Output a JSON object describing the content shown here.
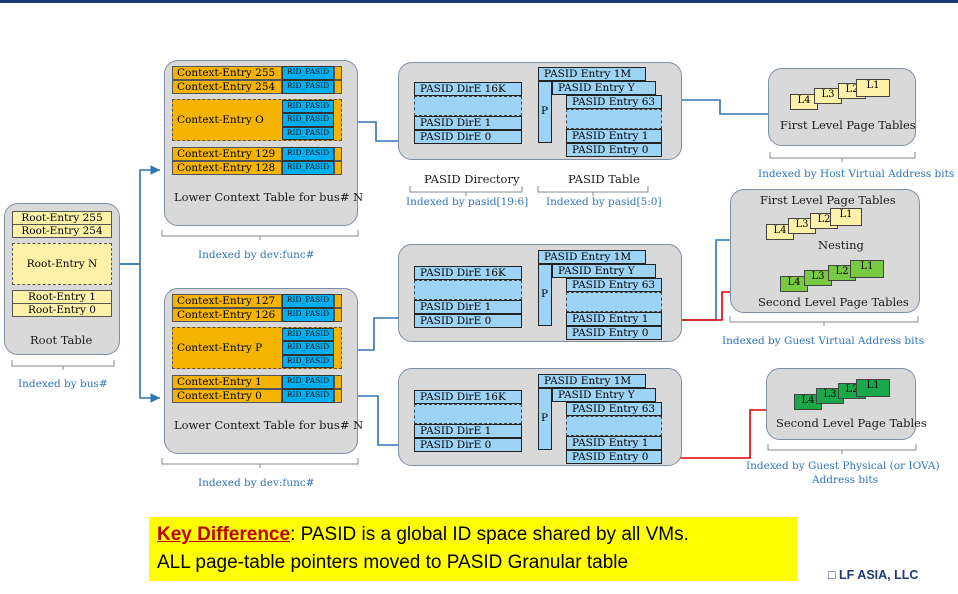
{
  "root": {
    "entries": [
      "Root-Entry 255",
      "Root-Entry 254",
      "Root-Entry N",
      "Root-Entry 1",
      "Root-Entry 0"
    ],
    "caption": "Root Table",
    "indexed": "Indexed by bus#"
  },
  "ctx_top": {
    "entries": [
      "Context-Entry 255",
      "Context-Entry 254",
      "Context-Entry O",
      "Context-Entry 129",
      "Context-Entry 128"
    ],
    "rid": "RID_PASID",
    "caption": "Lower Context Table for bus# N",
    "indexed": "Indexed by dev:func#"
  },
  "ctx_bottom": {
    "entries": [
      "Context-Entry 127",
      "Context-Entry 126",
      "Context-Entry P",
      "Context-Entry 1",
      "Context-Entry 0"
    ],
    "rid": "RID_PASID",
    "caption": "Lower Context Table for bus# N",
    "indexed": "Indexed by dev:func#"
  },
  "pasid": {
    "dir": [
      "PASID DirE 16K",
      "PASID DirE 1",
      "PASID DirE 0"
    ],
    "table": [
      "PASID Entry 1M",
      "PASID Entry Y",
      "PASID Entry 63",
      "PASID Entry 1",
      "PASID Entry 0"
    ],
    "p": "P",
    "dir_label": "PASID Directory",
    "table_label": "PASID Table",
    "dir_indexed": "Indexed by pasid[19:6]",
    "table_indexed": "Indexed by pasid[5:0]"
  },
  "levels": [
    "L4",
    "L3",
    "L2",
    "L1"
  ],
  "first_level": {
    "caption": "First Level Page Tables",
    "indexed": "Indexed by Host Virtual Address bits"
  },
  "nesting": {
    "title": "First Level Page Tables",
    "label": "Nesting",
    "caption": "Second Level Page Tables",
    "indexed": "Indexed by Guest Virtual Address bits"
  },
  "second_level": {
    "caption": "Second Level Page Tables",
    "indexed_line1": "Indexed by Guest Physical (or IOVA)",
    "indexed_line2": "Address bits"
  },
  "key": {
    "title": "Key Difference",
    "line1": ": PASID is a global ID space shared by all VMs.",
    "line2": "ALL page-table pointers moved to PASID Granular table"
  },
  "logo": "LF ASIA, LLC",
  "colors": {
    "accent": "#2e75b6",
    "arrow_red": "#e00000",
    "highlight": "#ffff00",
    "context": "#f4b400",
    "rid": "#00b0f0",
    "pasid": "#9dd3f5"
  }
}
